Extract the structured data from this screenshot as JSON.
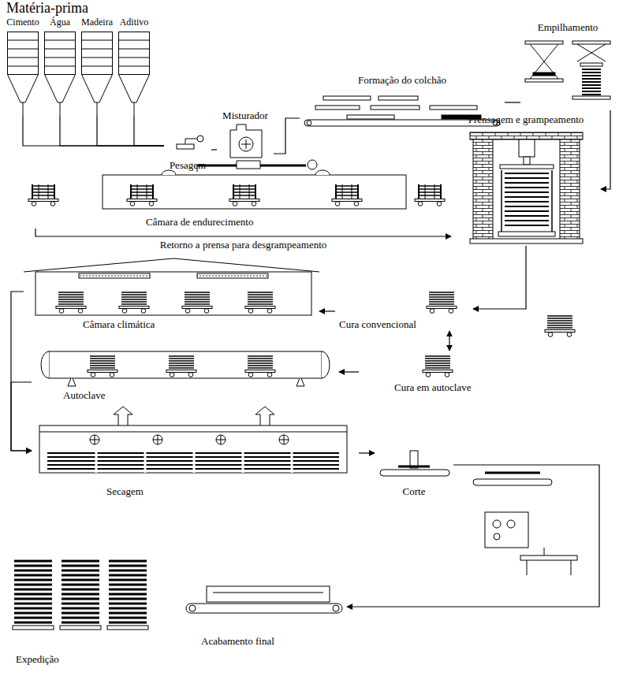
{
  "diagram": {
    "nodes": [
      {
        "text": [
          "Matéria-prima"
        ]
      },
      {
        "text": [
          "Cimento"
        ],
        "in": 0
      },
      {
        "text": [
          "Água"
        ],
        "in": 0
      },
      {
        "text": [
          "Madeira"
        ],
        "in": 0
      },
      {
        "text": [
          "Aditivo"
        ],
        "in": 0
      },
      {
        "text": [
          "Pesagem"
        ]
      },
      {
        "text": [
          "Misturador"
        ]
      },
      {
        "text": [
          "Formação do colchão"
        ]
      },
      {
        "text": [
          "Empilhamento"
        ]
      },
      {
        "text": [
          "Prensagem e grampeamento"
        ]
      },
      {
        "text": [
          "Câmara de endurecimento"
        ]
      },
      {
        "text": [
          "Câmara climática"
        ]
      },
      {
        "text": [
          "Cura convencional"
        ]
      },
      {
        "text": [
          "Autoclave"
        ]
      },
      {
        "text": [
          "Cura em autoclave"
        ]
      },
      {
        "text": [
          "Secagem"
        ]
      },
      {
        "text": [
          "Corte"
        ]
      },
      {
        "text": [
          "Acabamento final"
        ]
      },
      {
        "text": [
          "Expedição"
        ]
      }
    ],
    "edges": [
      {
        "from": 1,
        "to": 5,
        "arrow": "none"
      },
      {
        "from": 2,
        "to": 5,
        "arrow": "none"
      },
      {
        "from": 3,
        "to": 5,
        "arrow": "none"
      },
      {
        "from": 4,
        "to": 5,
        "arrow": "none"
      },
      {
        "from": 5,
        "to": 6,
        "arrow": "none"
      },
      {
        "from": 6,
        "to": 7,
        "arrow": "none"
      },
      {
        "from": 7,
        "to": 8,
        "arrow": "none"
      },
      {
        "from": 8,
        "to": 9,
        "arrow": "to"
      },
      {
        "from": 10,
        "to": 9,
        "label": "Retorno a prensa para desgrampeamento",
        "arrow": "to"
      },
      {
        "from": 9,
        "to": 12,
        "arrow": "to"
      },
      {
        "from": 12,
        "to": 14,
        "arrow": "both"
      },
      {
        "from": 12,
        "to": 11,
        "arrow": "to"
      },
      {
        "from": 14,
        "to": 13,
        "arrow": "to"
      },
      {
        "from": 11,
        "to": 15,
        "arrow": "to"
      },
      {
        "from": 13,
        "to": 15,
        "arrow": "to"
      },
      {
        "from": 15,
        "to": 16,
        "arrow": "to"
      },
      {
        "from": 16,
        "to": 17,
        "arrow": "to"
      }
    ]
  }
}
